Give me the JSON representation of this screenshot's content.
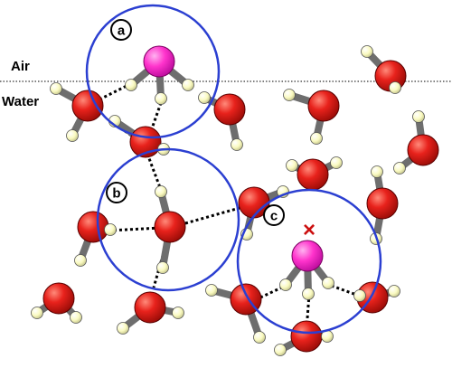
{
  "labels": {
    "air": "Air",
    "water": "Water",
    "a": "a",
    "b": "b",
    "c": "c",
    "cross": "×"
  },
  "colors": {
    "oxygen": "#e8221c",
    "solute": "#ff33cc",
    "hydrogen": "#fafac0",
    "shell": "#2b3fd1",
    "bond": "#9a9a9a",
    "cross": "#cc1010"
  }
}
